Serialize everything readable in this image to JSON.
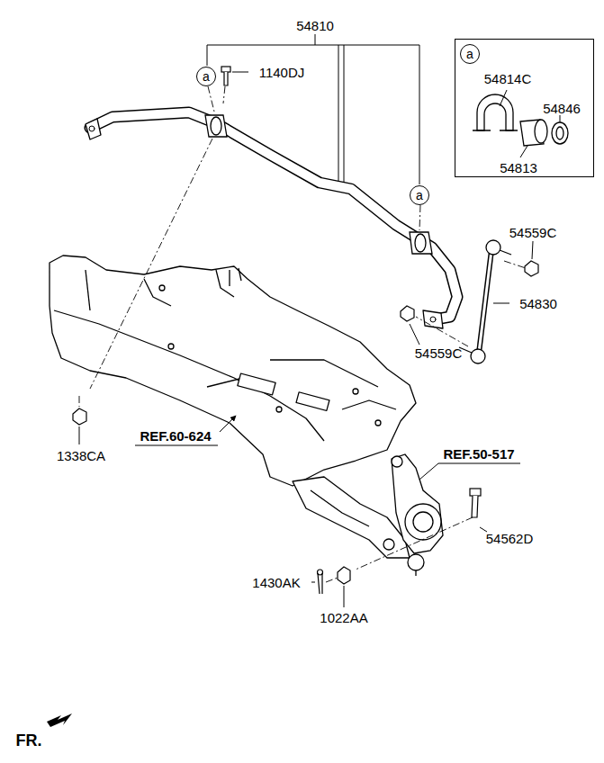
{
  "diagram": {
    "nodes": [
      {
        "text": [
          "54814C",
          "54846",
          "54813"
        ]
      },
      {
        "text": [
          "a"
        ],
        "in": 0
      },
      {
        "text": [
          "a"
        ]
      },
      {
        "text": [
          "a"
        ]
      }
    ],
    "labels": [
      "54810",
      "1140DJ",
      "54559C",
      "54830",
      "54559C",
      "1338CA",
      "REF.60-624",
      "REF.50-517",
      "54562D",
      "1430AK",
      "1022AA",
      "FR."
    ]
  }
}
